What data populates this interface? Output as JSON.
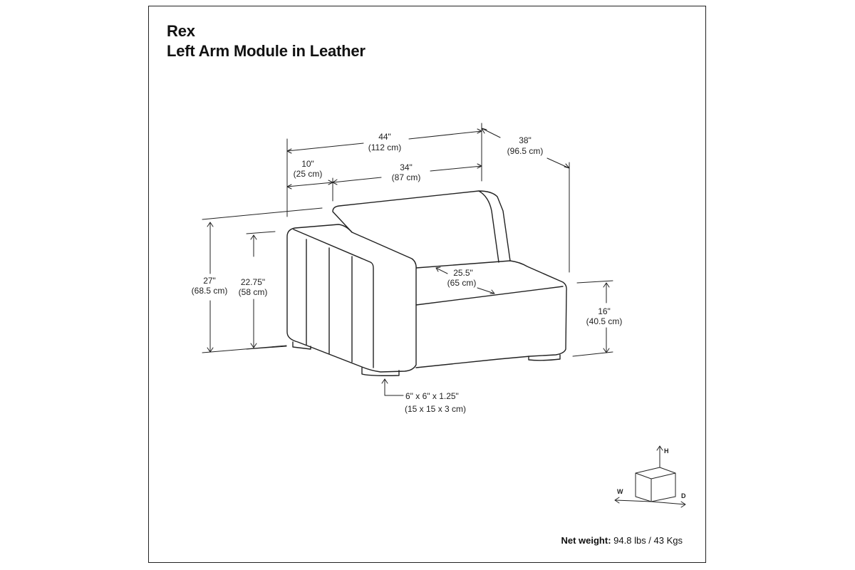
{
  "title": {
    "brand": "Rex",
    "product": "Left Arm Module in Leather"
  },
  "dimensions": {
    "overall_width": {
      "in": "44\"",
      "cm": "(112 cm)"
    },
    "arm_width": {
      "in": "10\"",
      "cm": "(25 cm)"
    },
    "seat_width": {
      "in": "34\"",
      "cm": "(87 cm)"
    },
    "depth": {
      "in": "38\"",
      "cm": "(96.5 cm)"
    },
    "overall_height": {
      "in": "27\"",
      "cm": "(68.5 cm)"
    },
    "arm_height": {
      "in": "22.75\"",
      "cm": "(58 cm)"
    },
    "seat_depth": {
      "in": "25.5\"",
      "cm": "(65 cm)"
    },
    "seat_height": {
      "in": "16\"",
      "cm": "(40.5 cm)"
    },
    "foot": {
      "size_in": "6\" x 6\" x 1.25\"",
      "size_cm": "(15 x 15 x 3 cm)"
    }
  },
  "axes_legend": {
    "height": "H",
    "width": "W",
    "depth": "D"
  },
  "net_weight": {
    "label": "Net weight:",
    "value": "94.8 lbs / 43 Kgs"
  }
}
